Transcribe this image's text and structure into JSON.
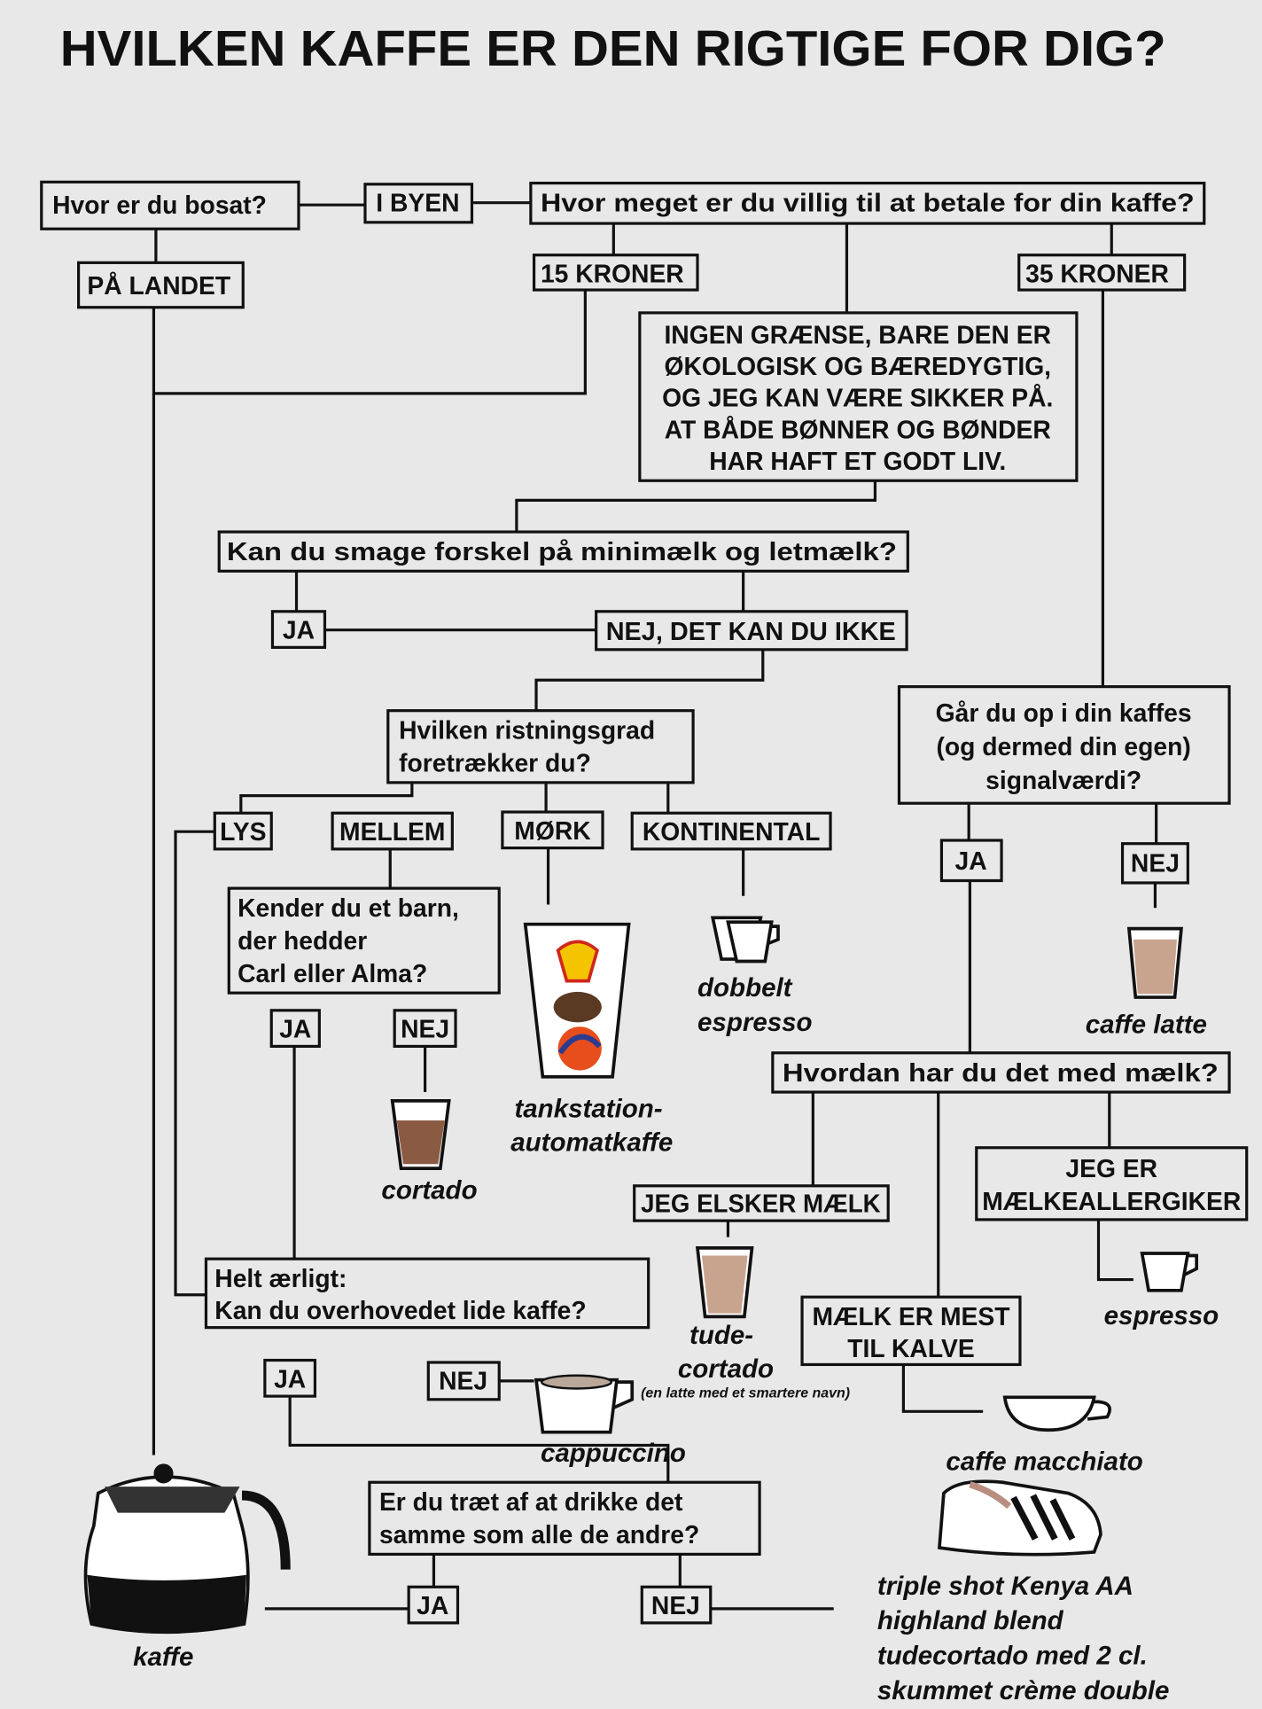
{
  "title": "HVILKEN KAFFE ER DEN RIGTIGE FOR DIG?",
  "questions": {
    "bosat": "Hvor er du bosat?",
    "betale": "Hvor meget er du villig til at betale for din kaffe?",
    "maelk_smag": "Kan du smage forskel på minimælk og letmælk?",
    "ristning": [
      "Hvilken ristningsgrad",
      "foretrækker du?"
    ],
    "signal": [
      "Går du op i din kaffes",
      "(og dermed din egen)",
      "signalværdi?"
    ],
    "barn": [
      "Kender du et barn,",
      "der hedder",
      "Carl eller Alma?"
    ],
    "maelk": "Hvordan har du det med mælk?",
    "lide": [
      "Helt ærligt:",
      "Kan du overhovedet lide kaffe?"
    ],
    "traet": [
      "Er du træt af at drikke det",
      "samme som alle de andre?"
    ]
  },
  "answers": {
    "i_byen": "I BYEN",
    "paa_landet": "PÅ LANDET",
    "kr15": "15 KRONER",
    "kr35": "35 KRONER",
    "ingen_graense": [
      "INGEN GRÆNSE, BARE DEN ER",
      "ØKOLOGISK OG BÆREDYGTIG,",
      "OG JEG KAN VÆRE SIKKER PÅ.",
      "AT BÅDE BØNNER OG BØNDER",
      "HAR HAFT ET GODT LIV."
    ],
    "ja": "JA",
    "nej": "NEJ",
    "nej_kan_ikke": "NEJ, DET KAN DU IKKE",
    "lys": "LYS",
    "mellem": "MELLEM",
    "moerk": "MØRK",
    "kontinental": "KONTINENTAL",
    "allergiker": [
      "JEG ER",
      "MÆLKEALLERGIKER"
    ],
    "elsker": "JEG ELSKER MÆLK",
    "kalve": [
      "MÆLK ER  MEST",
      "TIL KALVE"
    ]
  },
  "results": {
    "dobbelt_espresso": [
      "dobbelt",
      "espresso"
    ],
    "caffe_latte": "caffe latte",
    "tankstation": [
      "tankstation-",
      "automatkaffe"
    ],
    "cortado": "cortado",
    "tudecortado": [
      "tude-",
      "cortado"
    ],
    "tudecortado_note": "(en latte med et smartere navn)",
    "espresso": "espresso",
    "cappuccino": "cappuccino",
    "macchiato": "caffe macchiato",
    "kaffe": "kaffe",
    "kenya": [
      "triple shot Kenya AA",
      "highland blend",
      "tudecortado med 2 cl.",
      "skummet crème double"
    ]
  },
  "colors": {
    "background": "#e8e8e8",
    "line": "#111111",
    "coffee": "#8b5a43",
    "latte": "#c8a48f"
  }
}
